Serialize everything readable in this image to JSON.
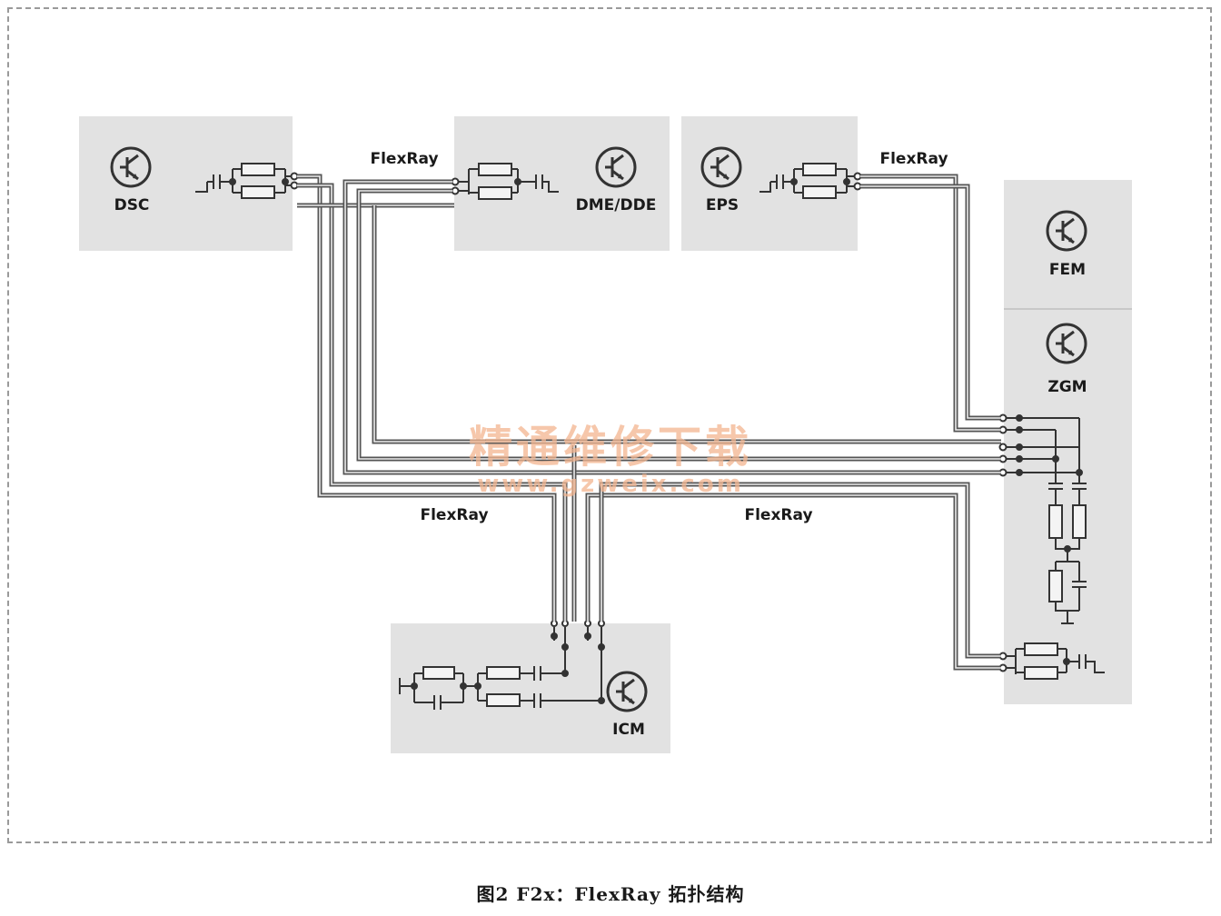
{
  "ecus": {
    "dsc": "DSC",
    "dme": "DME/DDE",
    "eps": "EPS",
    "fem": "FEM",
    "zgm": "ZGM",
    "icm": "ICM"
  },
  "bus_labels": {
    "top_left": "FlexRay",
    "top_right": "FlexRay",
    "bottom_left": "FlexRay",
    "bottom_right": "FlexRay"
  },
  "watermark": {
    "title": "精通维修下载",
    "url": "www.gzweix.com"
  },
  "caption": "图2  F2x：FlexRay 拓扑结构",
  "colors": {
    "ecu_box": "#e2e2e2",
    "wire": "#555555",
    "watermark": "#f3b590"
  }
}
